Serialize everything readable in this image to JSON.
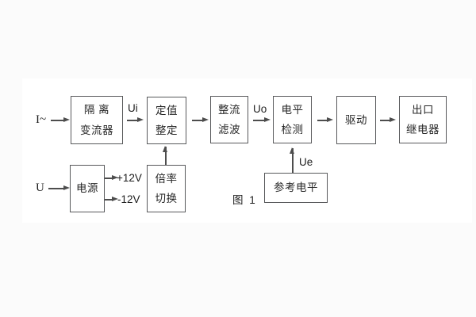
{
  "diagram": {
    "caption": "图 1",
    "inputs": {
      "current": "I~",
      "voltage": "U"
    },
    "signals": {
      "ui": "Ui",
      "uo": "Uo",
      "ue": "Ue",
      "plus12v": "+12V",
      "minus12v": "-12V"
    },
    "blocks": {
      "isolation": {
        "line1": "隔 离",
        "line2": "变流器"
      },
      "setting": {
        "line1": "定值",
        "line2": "整定"
      },
      "rectify": {
        "line1": "整流",
        "line2": "滤波"
      },
      "level": {
        "line1": "电平",
        "line2": "检测"
      },
      "drive": {
        "line1": "驱动"
      },
      "outlet": {
        "line1": "出口",
        "line2": "继电器"
      },
      "power": {
        "line1": "电源"
      },
      "ratio": {
        "line1": "倍率",
        "line2": "切换"
      },
      "reference": {
        "line1": "参考电平"
      }
    },
    "colors": {
      "background": "#fbfbfb",
      "panel": "#ffffff",
      "line": "#4d4d4d",
      "border": "#58595b",
      "text": "#262626"
    }
  }
}
